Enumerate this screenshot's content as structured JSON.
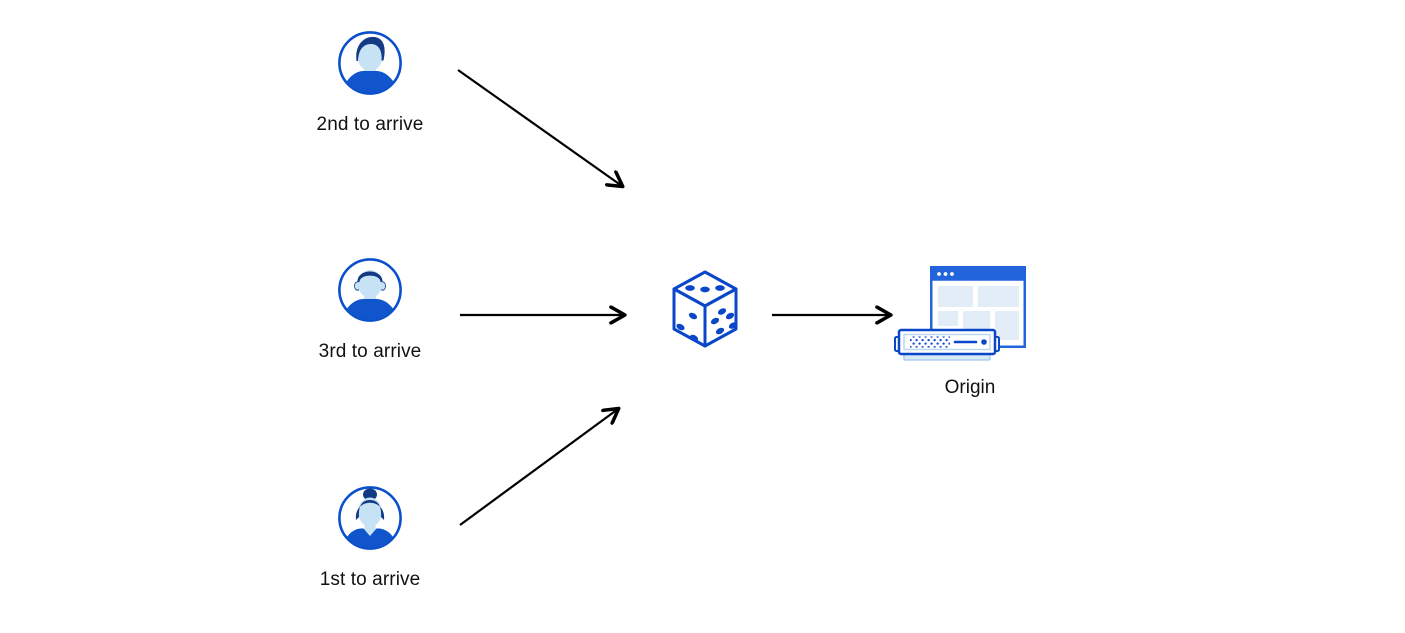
{
  "diagram": {
    "title": "random-steering-to-origin-diagram",
    "visitors": [
      {
        "label": "2nd to arrive",
        "icon": "avatar-man-swept-hair-icon"
      },
      {
        "label": "3rd to arrive",
        "icon": "avatar-man-short-hair-icon"
      },
      {
        "label": "1st to arrive",
        "icon": "avatar-woman-bun-icon"
      }
    ],
    "router": {
      "icon": "dice-icon"
    },
    "origin": {
      "label": "Origin",
      "icons": [
        "browser-window-icon",
        "server-icon"
      ]
    },
    "arrows": [
      {
        "name": "arrow-visitor2-to-dice",
        "direction": "down-right"
      },
      {
        "name": "arrow-visitor3-to-dice",
        "direction": "right"
      },
      {
        "name": "arrow-visitor1-to-dice",
        "direction": "up-right"
      },
      {
        "name": "arrow-dice-to-origin",
        "direction": "right"
      }
    ],
    "colors": {
      "primary_blue": "#0a50cc",
      "dice_blue": "#0a47c8",
      "hair_navy": "#123a85",
      "shirt_blue": "#1155cc",
      "skin_light_blue": "#c7e2f4",
      "panel_light_blue": "#e2edf8",
      "window_bar_blue": "#2264dc",
      "server_base_blue": "#d7e9f7",
      "arrow_black": "#000000",
      "background": "#ffffff"
    }
  }
}
